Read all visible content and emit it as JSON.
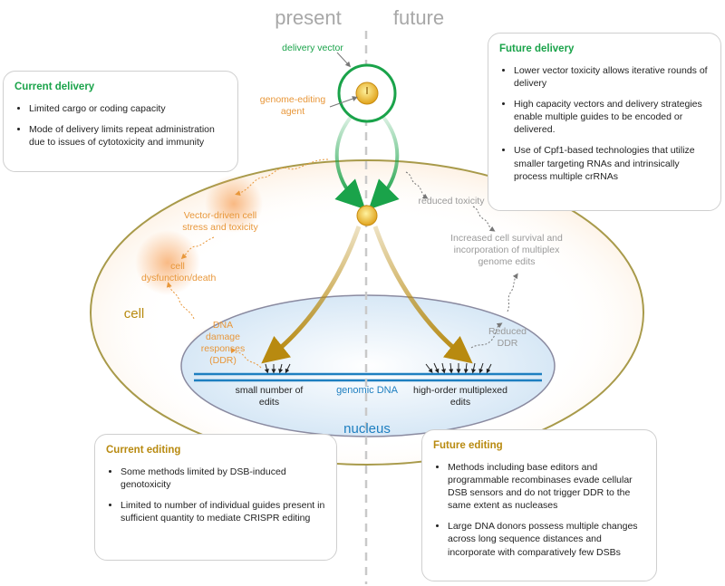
{
  "header": {
    "present": "present",
    "future": "future"
  },
  "labels": {
    "delivery_vector": "delivery vector",
    "genome_editing_agent": "genome-editing agent",
    "vector_driven_stress": "Vector-driven cell stress and toxicity",
    "cell_dysfunction": "cell dysfunction/death",
    "cell": "cell",
    "ddr": "DNA damage responses (DDR)",
    "small_edits": "small number of edits",
    "genomic_dna": "genomic DNA",
    "high_order_edits": "high-order multiplexed edits",
    "nucleus": "nucleus",
    "reduced_toxicity": "reduced toxicity",
    "increased_survival": "Increased cell survival and incorporation of multiplex genome edits",
    "reduced_ddr": "Reduced DDR"
  },
  "current_delivery": {
    "title": "Current delivery",
    "items": [
      "Limited cargo  or coding capacity",
      "Mode of delivery limits repeat administration due to issues of cytotoxicity and immunity"
    ]
  },
  "future_delivery": {
    "title": "Future delivery",
    "items": [
      "Lower vector toxicity allows iterative rounds of delivery",
      "High capacity vectors and delivery strategies enable multiple guides to be encoded or delivered.",
      "Use of Cpf1-based technologies that utilize smaller targeting RNAs and intrinsically process multiple crRNAs"
    ]
  },
  "current_editing": {
    "title": "Current editing",
    "items": [
      "Some methods limited by DSB-induced genotoxicity",
      "Limited to number of individual guides present in sufficient quantity to mediate CRISPR editing"
    ]
  },
  "future_editing": {
    "title": "Future editing",
    "items": [
      "Methods including  base editors and programmable recombinases evade cellular DSB sensors and do not trigger DDR to the same extent as nucleases",
      "Large DNA donors possess multiple changes across long sequence distances and incorporate with comparatively few DSBs"
    ]
  },
  "colors": {
    "green": "#1aa34a",
    "gold": "#b88a10",
    "orange": "#e8973a",
    "blue": "#1e7fc0",
    "gray": "#9a9a9a"
  }
}
